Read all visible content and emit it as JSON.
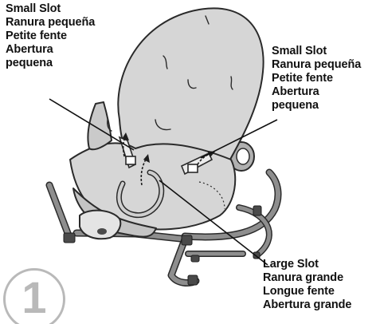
{
  "callouts": {
    "small_slot_left": {
      "lines": [
        "Small Slot",
        "Ranura pequeña",
        "Petite fente",
        "Abertura",
        "pequena"
      ]
    },
    "small_slot_right": {
      "lines": [
        "Small Slot",
        "Ranura pequeña",
        "Petite fente",
        "Abertura",
        "pequena"
      ]
    },
    "large_slot": {
      "lines": [
        "Large Slot",
        "Ranura grande",
        "Longue fente",
        "Abertura grande"
      ]
    }
  },
  "step": {
    "number": "1"
  },
  "colors": {
    "seat_fill": "#d6d6d6",
    "outline": "#2a2a2a",
    "frame": "#8e8e8e",
    "badge": "#b9b9b9"
  }
}
